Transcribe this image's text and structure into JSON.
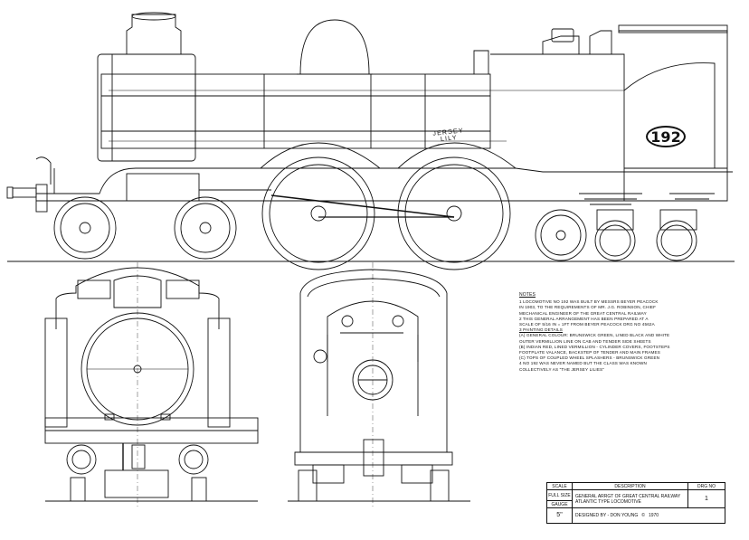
{
  "loco_number": "192",
  "loco_name": "JERSEY LILY",
  "notes": {
    "heading": "NOTES",
    "items": [
      "1  LOCOMOTIVE No 192 WAS BUILT BY MESSRS BEYER PEACOCK",
      "   IN 1903, TO THE REQUIREMENTS OF MR. J.G. ROBINSON, CHIEF",
      "   MECHANICAL ENGINEER OF THE GREAT CENTRAL RAILWAY",
      "2  THIS GENERAL ARRANGEMENT HAS BEEN PREPARED AT A",
      "   SCALE OF 5/16 IN = 1FT FROM BEYER PEACOCK DRG No 4562A"
    ],
    "painting_heading": "3  PAINTING DETAILS",
    "painting": [
      "(a)  GENERAL COLOUR: BRUNSWICK GREEN, LINED BLACK AND WHITE",
      "     OUTER VERMILLION LINE ON CAB AND TENDER SIDE SHEETS",
      "(b)  INDIAN RED, LINED VERMILLION - CYLINDER COVERS, FOOTSTEPS",
      "     FOOTPLATE VALANCE, BACKSTEP OF TENDER AND MAIN FRAMES",
      "(c)  TOPS OF COUPLED WHEEL SPLASHERS - BRUNSWICK GREEN",
      "4  No 192 WAS NEVER NAMED BUT THE CLASS WAS KNOWN",
      "   COLLECTIVELY AS \"THE JERSEY LILIES\""
    ]
  },
  "title_block": {
    "scale_label": "SCALE",
    "scale_value": "FULL SIZE",
    "gauge_label": "GAUGE",
    "gauge_value": "5\"",
    "description_label": "DESCRIPTION",
    "description": "GENERAL ARRGT OF GREAT CENTRAL RAILWAY ATLANTIC TYPE LOCOMOTIVE",
    "drg_label": "DRG No",
    "drg_value": "1",
    "designer": "DESIGNED BY - DON YOUNG",
    "copyright": "©",
    "year": "1970"
  }
}
